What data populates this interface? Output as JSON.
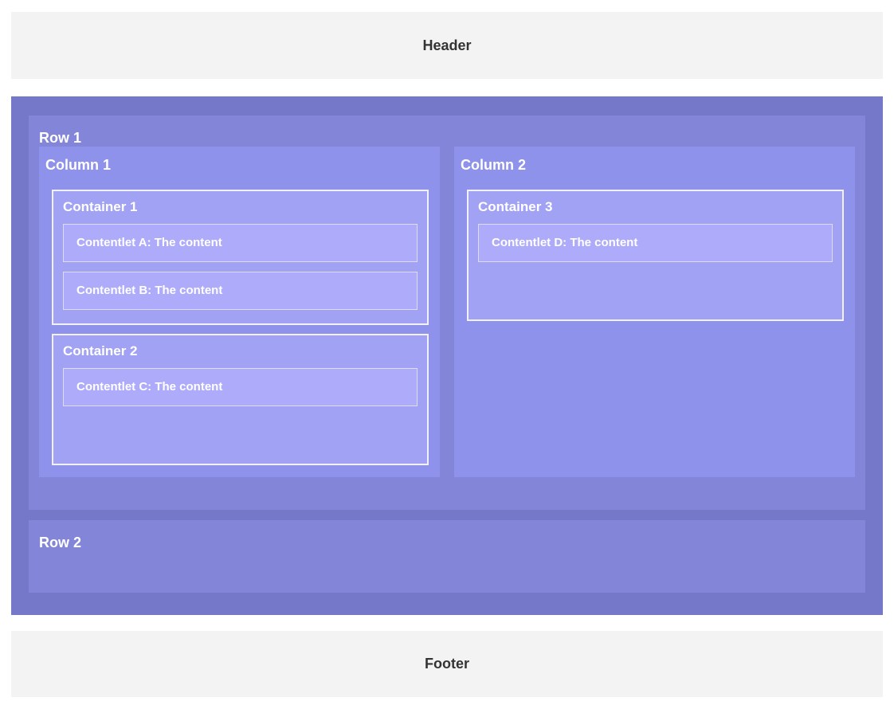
{
  "colors": {
    "page_bg": "#ffffff",
    "panel_bg": "#f4f3f3",
    "panel_text": "#333333",
    "body_bg": "#7578c8",
    "row_bg": "#8386d8",
    "column_bg": "#8f92ea",
    "container_bg": "#a2a2f5",
    "container_border": "#f2f0fa",
    "contentlet_bg": "#aeabfa",
    "contentlet_border": "#dedcf3",
    "label_text": "#ffffff"
  },
  "header": {
    "label": "Header"
  },
  "footer": {
    "label": "Footer"
  },
  "layout": {
    "rows": [
      {
        "label": "Row 1",
        "columns": [
          {
            "label": "Column 1",
            "containers": [
              {
                "label": "Container 1",
                "contentlets": [
                  "Contentlet A: The content",
                  "Contentlet B: The content"
                ]
              },
              {
                "label": "Container 2",
                "contentlets": [
                  "Contentlet C: The content"
                ]
              }
            ]
          },
          {
            "label": "Column 2",
            "containers": [
              {
                "label": "Container 3",
                "contentlets": [
                  "Contentlet D: The content"
                ]
              }
            ]
          }
        ]
      },
      {
        "label": "Row 2",
        "columns": []
      }
    ]
  }
}
